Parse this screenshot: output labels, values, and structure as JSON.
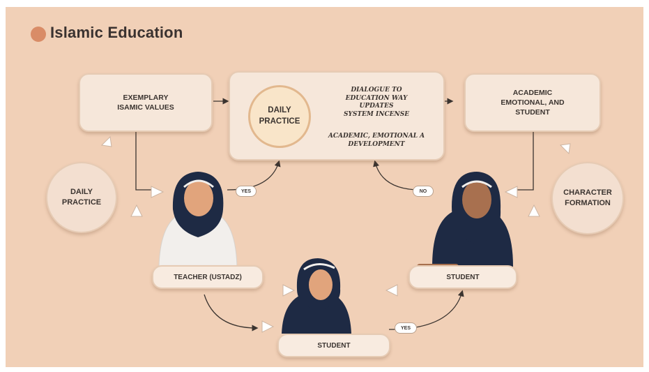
{
  "title": "Islamic Education",
  "colors": {
    "background": "#f1d0b7",
    "box": "#f6e7da",
    "accent": "#d98c67",
    "hijab": "#1e2a44"
  },
  "nodes": {
    "values_box": "EXEMPLARY\nISAMIC VALUES",
    "daily_practice_center": "DAILY\nPRACTICE",
    "center_note_top": "dialogue to\neducation way updates\nsystem incense",
    "center_note_bottom": "academic, emotional a\ndevelopment",
    "academic_box": "ACADEMIC\nEMOTIONAL, AND\nSTUDENT",
    "daily_practice_circle": "DAILY\nPRACTICE",
    "character_circle": "CHARACTER\nFORMATION",
    "teacher_label": "TEACHER (USTADZ)",
    "student_right_label": "STUDENT",
    "student_bottom_label": "STUDENT"
  },
  "tags": {
    "yes_left": "YES",
    "no_right": "NO",
    "yes_bottom": "YES"
  }
}
